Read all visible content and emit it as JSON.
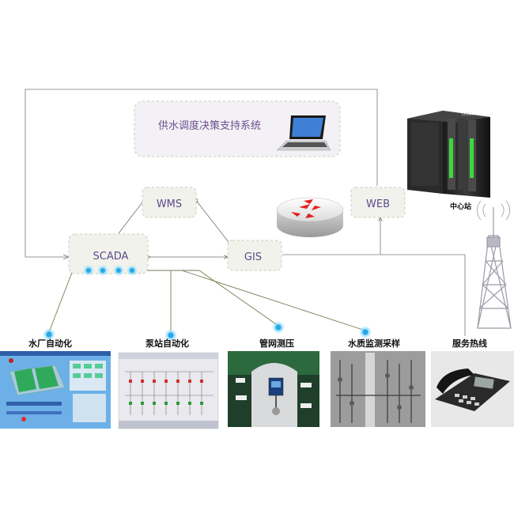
{
  "diagram": {
    "decision_system": "供水调度决策支持系统",
    "nodes": {
      "wms": "WMS",
      "gis": "GIS",
      "web": "WEB",
      "scada": "SCADA"
    },
    "center_station": "中心站",
    "server_brand": "LYDIA",
    "bottom_items": [
      {
        "label": "水厂自动化"
      },
      {
        "label": "泵站自动化"
      },
      {
        "label": "管网测压"
      },
      {
        "label": "水质监测采样"
      },
      {
        "label": "服务热线"
      }
    ],
    "colors": {
      "box_border": "#c9cbb8",
      "node_text": "#5b4a8a",
      "line": "#7a7a55",
      "arrow": "#6f6f6f",
      "glow": "#4cc3ff"
    }
  }
}
